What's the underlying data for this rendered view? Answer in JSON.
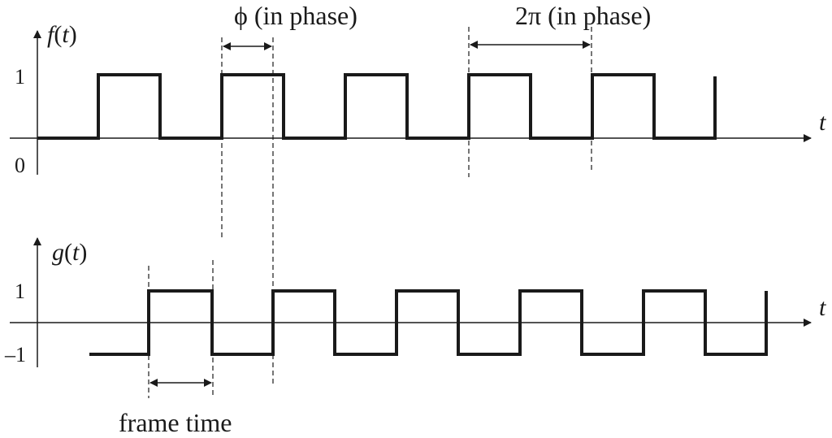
{
  "top_plot": {
    "func_name": "f",
    "var_name": "t",
    "axis_label": "t",
    "tick_high": "1",
    "tick_low": "0",
    "signal": {
      "low": 0,
      "high": 1
    }
  },
  "bottom_plot": {
    "func_name": "g",
    "var_name": "t",
    "axis_label": "t",
    "tick_high": "1",
    "tick_low": "–1",
    "signal": {
      "low": -1,
      "high": 1
    }
  },
  "annotations": {
    "phi_label": "ϕ (in phase)",
    "two_pi_label": "2π (in phase)",
    "frame_time_label": "frame time"
  },
  "colors": {
    "line": "#1a1a1a",
    "background": "#ffffff"
  }
}
